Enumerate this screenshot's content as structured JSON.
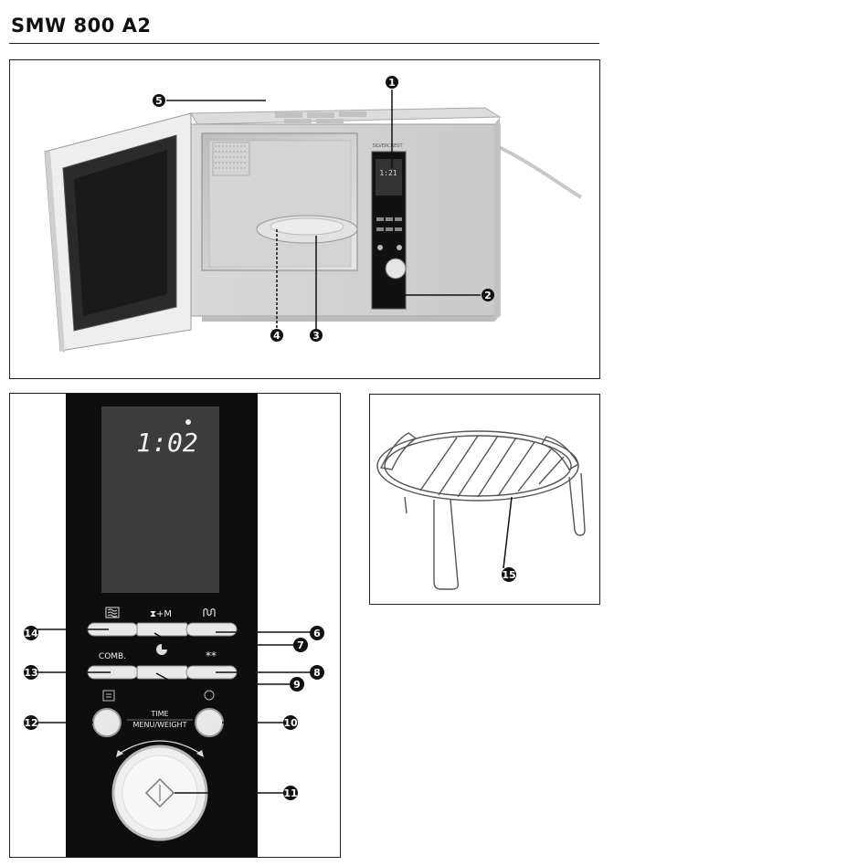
{
  "header": {
    "title": "SMW 800 A2"
  },
  "callouts": {
    "c1": "1",
    "c2": "2",
    "c3": "3",
    "c4": "4",
    "c5": "5",
    "c6": "6",
    "c7": "7",
    "c8": "8",
    "c9": "9",
    "c10": "10",
    "c11": "11",
    "c12": "12",
    "c13": "13",
    "c14": "14",
    "c15": "15"
  },
  "microwave": {
    "brand": "SILVERCREST",
    "small_display": "1:21"
  },
  "panel": {
    "display_time": "1:02",
    "labels": {
      "timer_memory": "⧗+M",
      "combi": "COMB.",
      "defrost": "**",
      "time": "TIME",
      "menu_weight": "MENU/WEIGHT"
    }
  },
  "colors": {
    "panel_bg": "#0e0e0e",
    "display_bg": "#3c3c3c",
    "callout_bg": "#111111"
  }
}
